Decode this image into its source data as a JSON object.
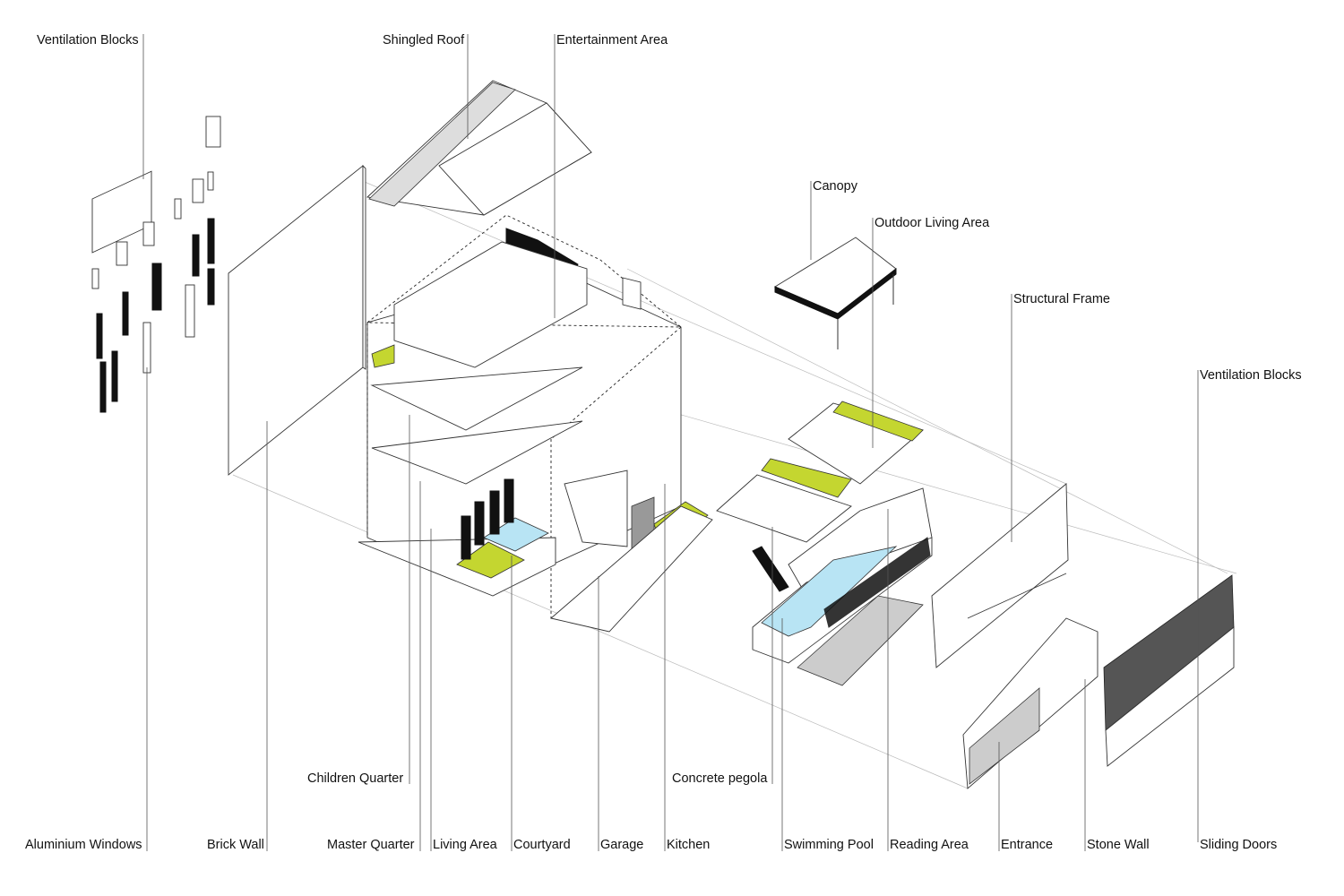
{
  "title": "Exploded axonometric of house components",
  "colors": {
    "landscape": "#c4d630",
    "water": "#b8e4f4",
    "line": "#333333"
  },
  "labels": {
    "ventilation_blocks_left": "Ventilation Blocks",
    "shingled_roof": "Shingled Roof",
    "entertainment_area": "Entertainment Area",
    "canopy": "Canopy",
    "outdoor_living_area": "Outdoor Living Area",
    "structural_frame": "Structural Frame",
    "ventilation_blocks_right": "Ventilation Blocks",
    "children_quarter": "Children Quarter",
    "concrete_pegola": "Concrete pegola",
    "aluminium_windows": "Aluminium Windows",
    "brick_wall": "Brick Wall",
    "master_quarter": "Master Quarter",
    "living_area": "Living Area",
    "courtyard": "Courtyard",
    "garage": "Garage",
    "kitchen": "Kitchen",
    "swimming_pool": "Swimming Pool",
    "reading_area": "Reading Area",
    "entrance": "Entrance",
    "stone_wall": "Stone Wall",
    "sliding_doors": "Sliding Doors"
  }
}
